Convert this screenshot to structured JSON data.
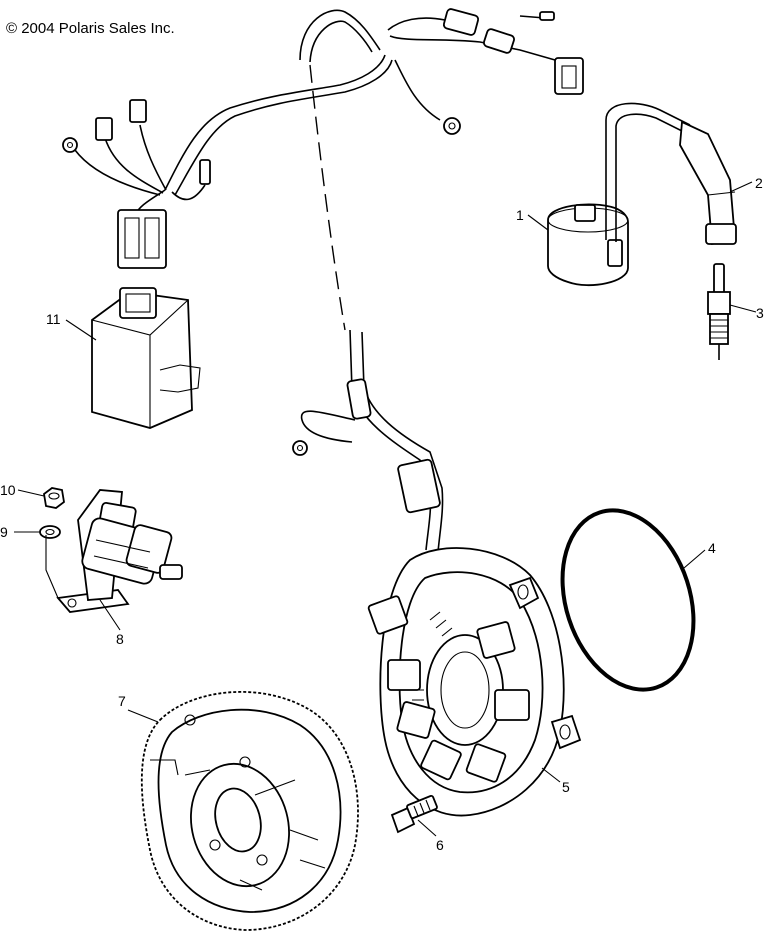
{
  "copyright": "© 2004 Polaris Sales Inc.",
  "callouts": [
    {
      "id": "1",
      "label": "1"
    },
    {
      "id": "2",
      "label": "2"
    },
    {
      "id": "3",
      "label": "3"
    },
    {
      "id": "4",
      "label": "4"
    },
    {
      "id": "5",
      "label": "5"
    },
    {
      "id": "6",
      "label": "6"
    },
    {
      "id": "7",
      "label": "7"
    },
    {
      "id": "8",
      "label": "8"
    },
    {
      "id": "9",
      "label": "9"
    },
    {
      "id": "10",
      "label": "10"
    },
    {
      "id": "11",
      "label": "11"
    }
  ]
}
